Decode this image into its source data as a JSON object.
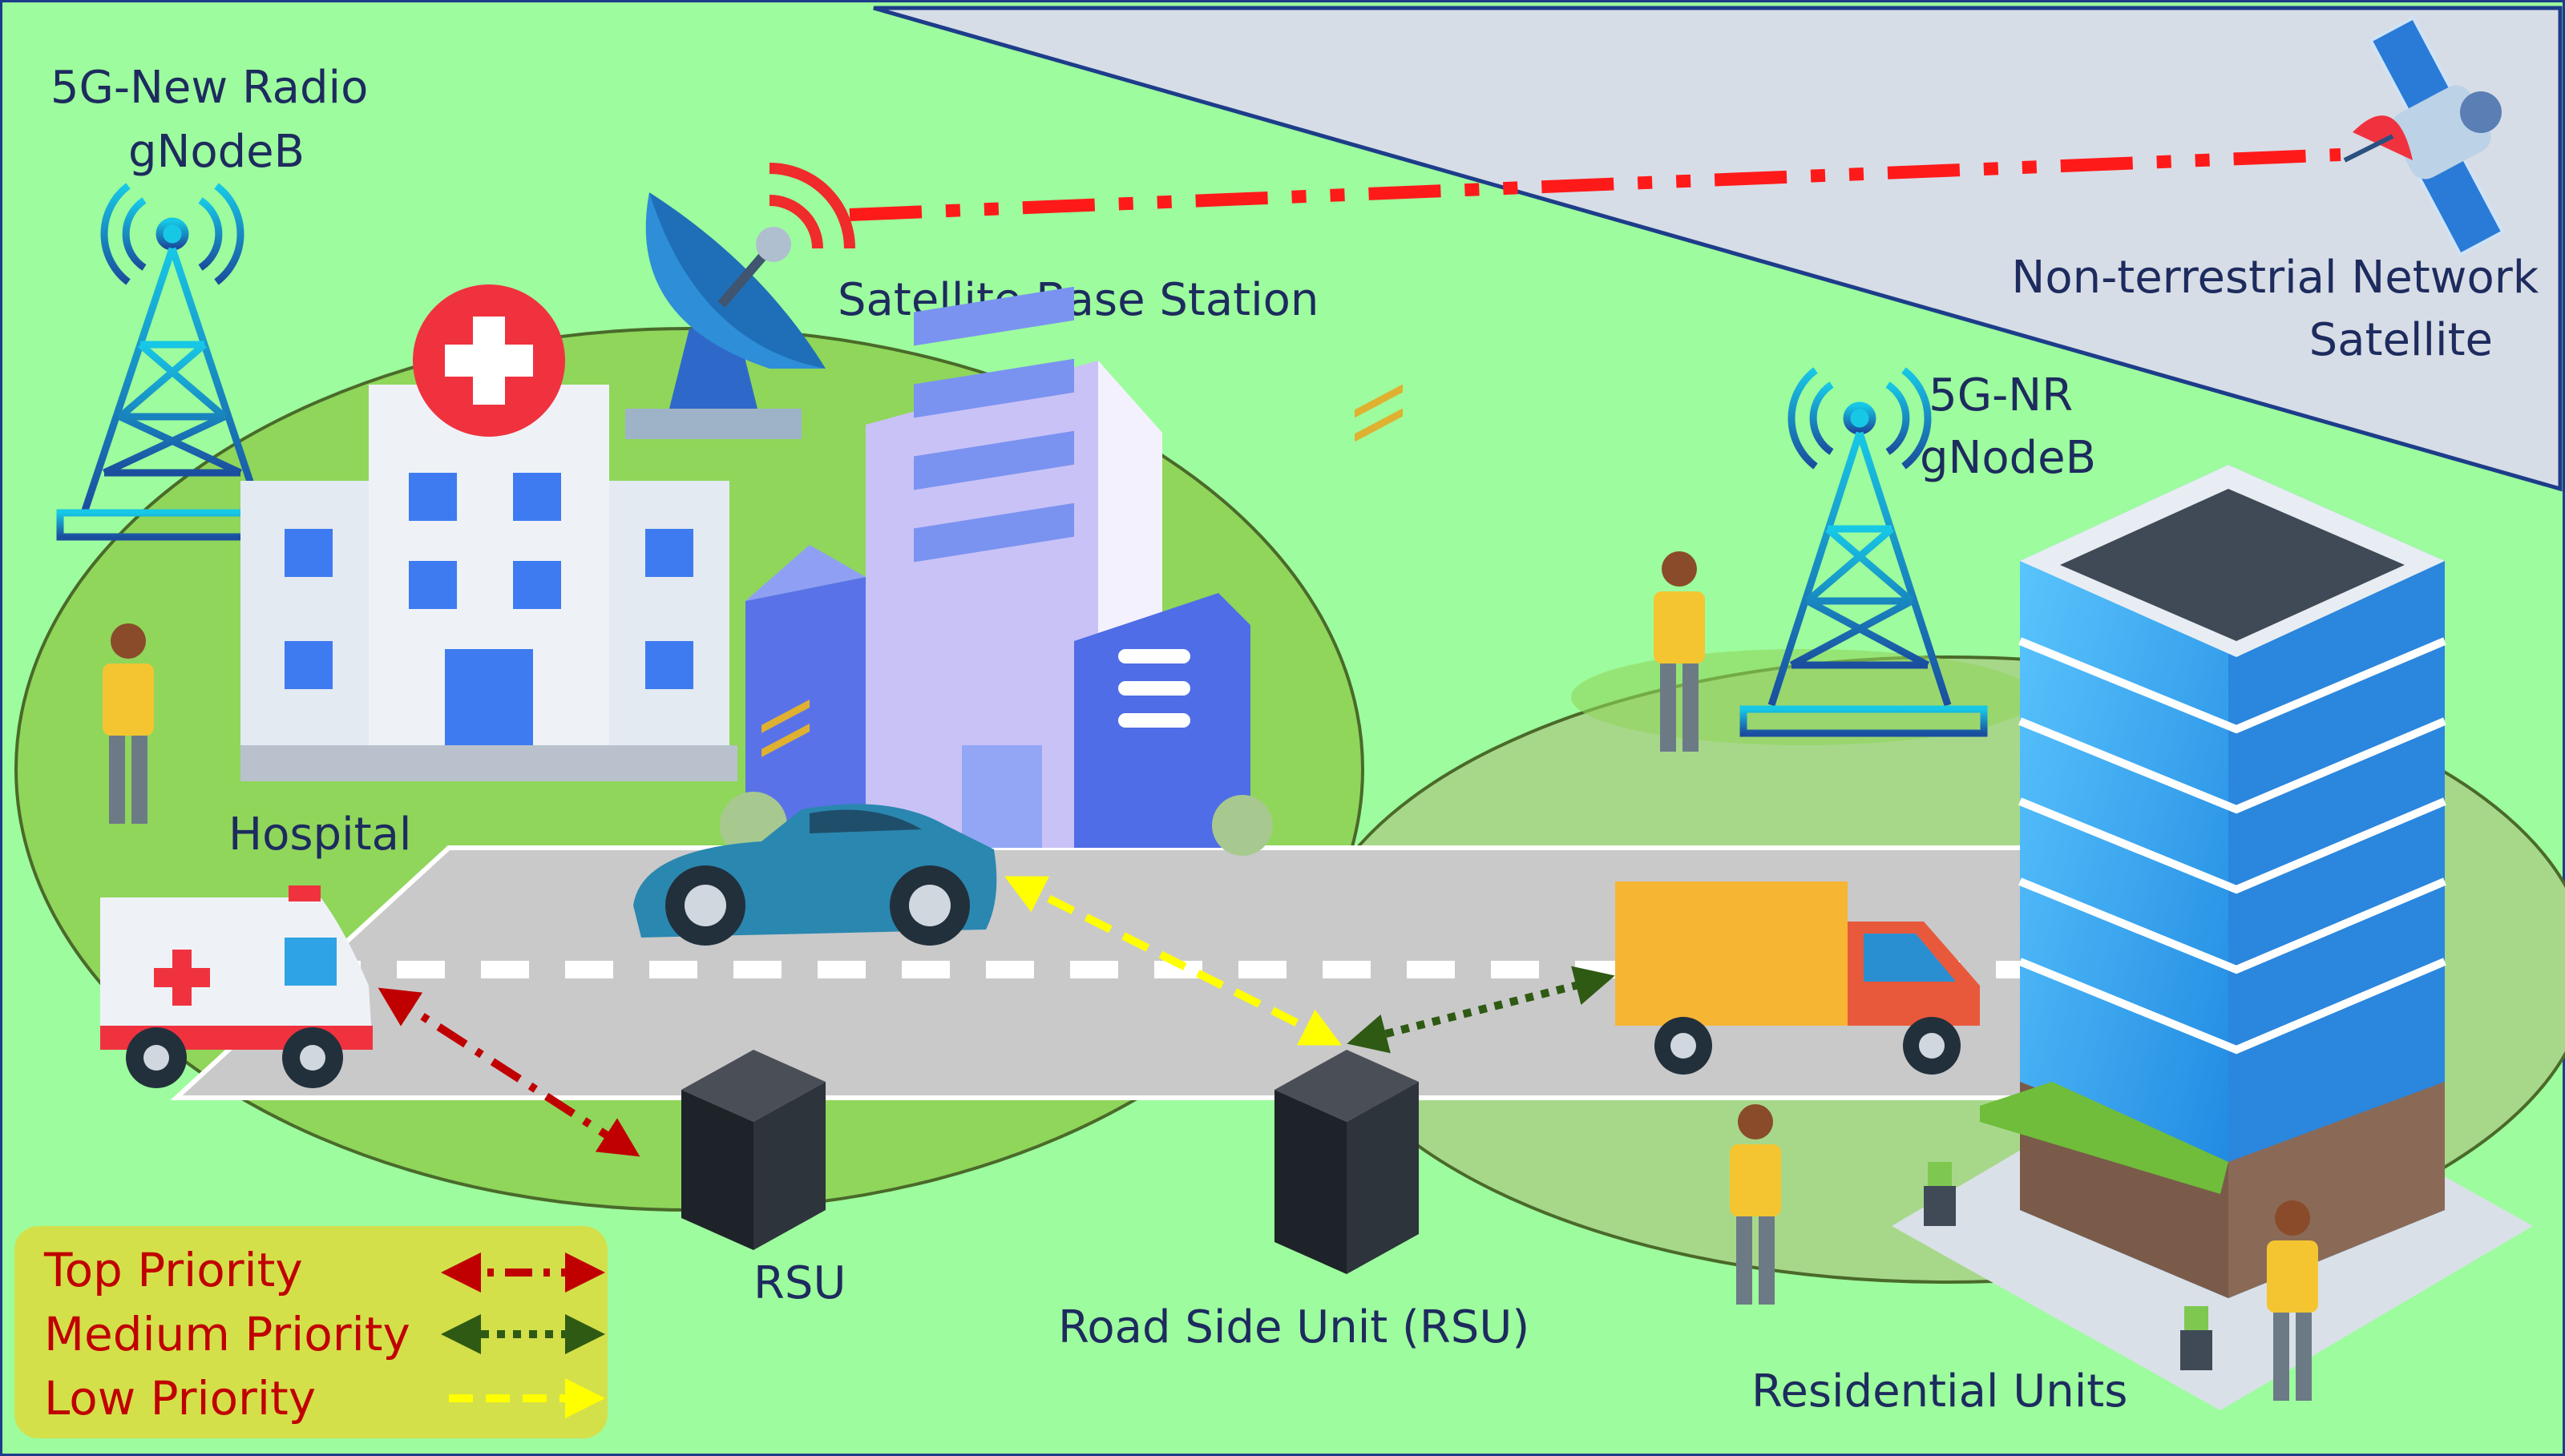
{
  "labels": {
    "gnb_left": [
      "5G-New Radio",
      "gNodeB"
    ],
    "satellite_bs": "Satellite Base Station",
    "ntn": [
      "Non-terrestrial Network",
      "Satellite"
    ],
    "gnb_right": [
      "5G-NR",
      "gNodeB"
    ],
    "hospital": "Hospital",
    "rsu_left": "RSU",
    "rsu_right": "Road Side Unit (RSU)",
    "residential": "Residential Units"
  },
  "legend": {
    "items": [
      {
        "label": "Top Priority",
        "color": "#c00000",
        "style": "dash-dot"
      },
      {
        "label": "Medium Priority",
        "color": "#2f5a14",
        "style": "dotted"
      },
      {
        "label": "Low Priority",
        "color": "#ffff00",
        "style": "dashed"
      }
    ]
  },
  "colors": {
    "background": "#9dfc9d",
    "sky": "#d7dde6",
    "zone": "#8fd65b",
    "zone_light": "#a7d88a",
    "road": "#c9c9c9",
    "satellite_link": "#ff1a1a",
    "text": "#1d2b5e",
    "legend_box": "#d3e04a"
  }
}
